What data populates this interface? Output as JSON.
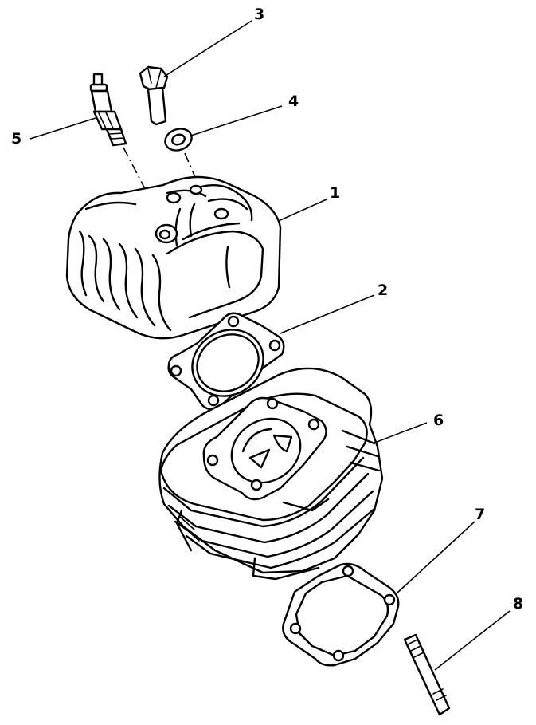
{
  "diagram": {
    "type": "exploded-parts-view",
    "parts": [
      {
        "id": "part-1",
        "label": "1",
        "name": "cylinder-head"
      },
      {
        "id": "part-2",
        "label": "2",
        "name": "head-gasket"
      },
      {
        "id": "part-3",
        "label": "3",
        "name": "head-bolt"
      },
      {
        "id": "part-4",
        "label": "4",
        "name": "washer"
      },
      {
        "id": "part-5",
        "label": "5",
        "name": "spark-plug"
      },
      {
        "id": "part-6",
        "label": "6",
        "name": "cylinder"
      },
      {
        "id": "part-7",
        "label": "7",
        "name": "base-gasket"
      },
      {
        "id": "part-8",
        "label": "8",
        "name": "stud"
      }
    ],
    "colors": {
      "ink": "#000000",
      "paper": "#ffffff"
    }
  }
}
